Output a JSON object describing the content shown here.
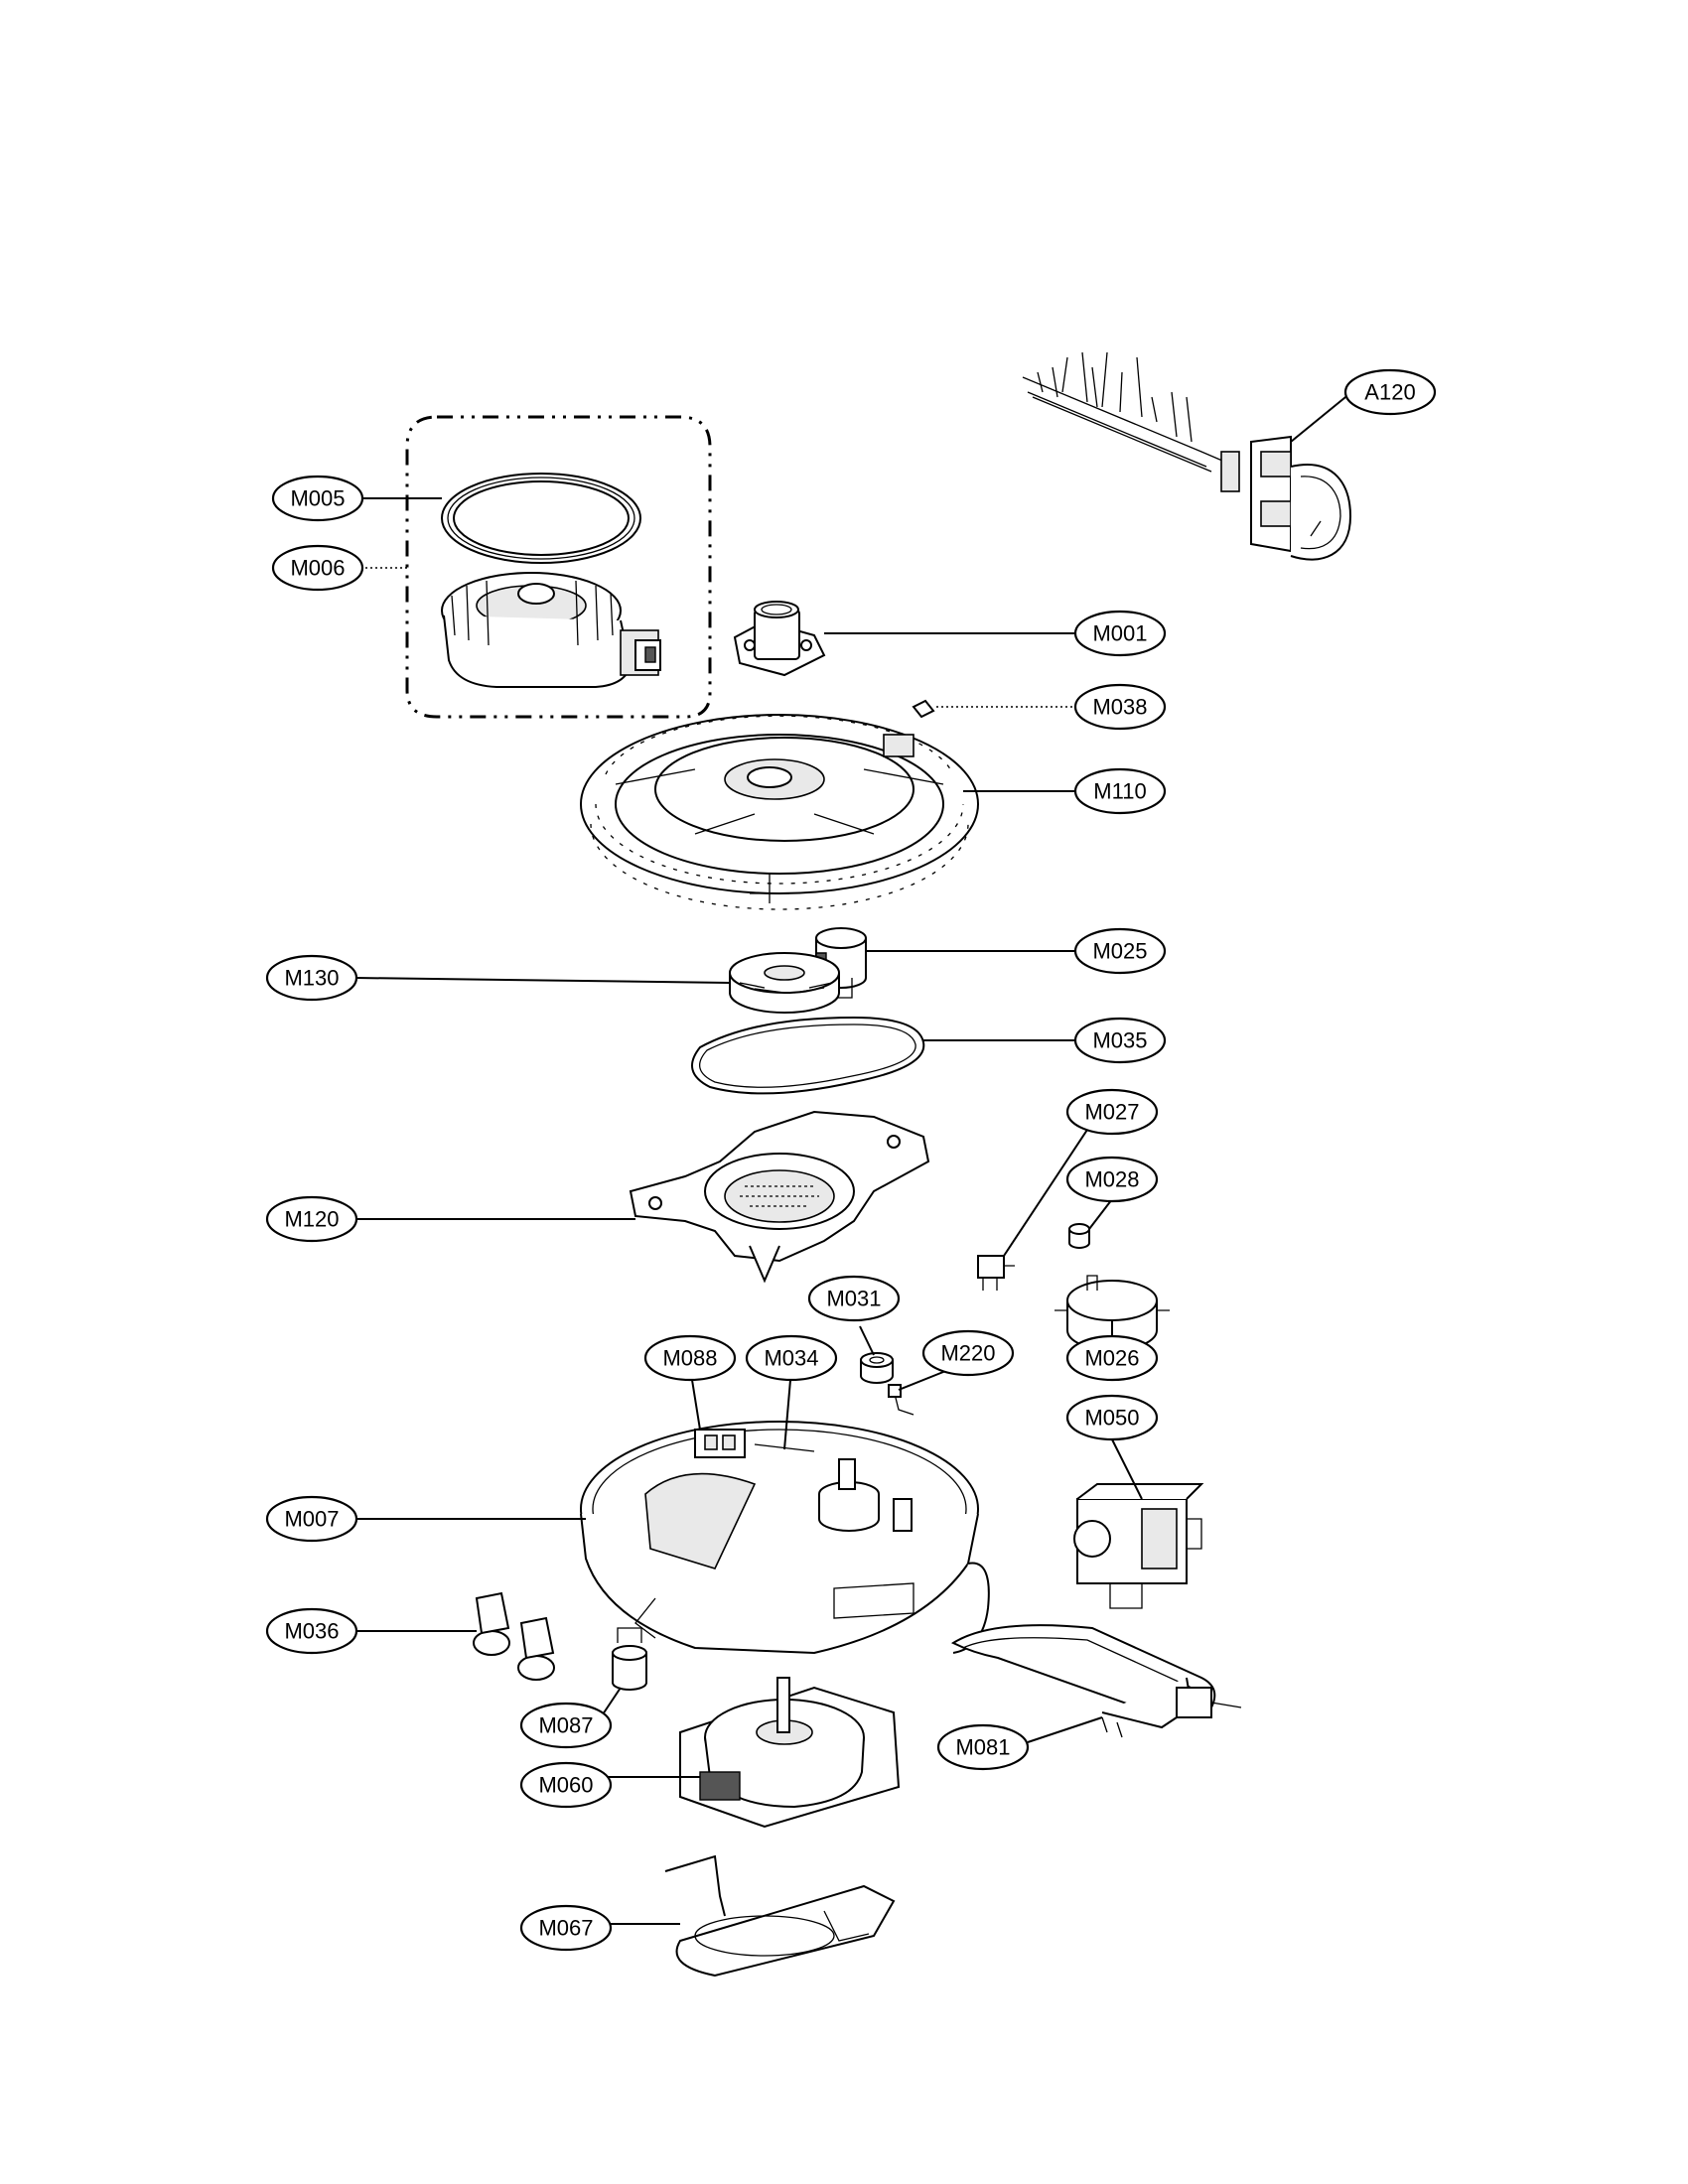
{
  "diagram": {
    "callouts": [
      {
        "id": "A120",
        "label": "A120"
      },
      {
        "id": "M005",
        "label": "M005"
      },
      {
        "id": "M006",
        "label": "M006"
      },
      {
        "id": "M001",
        "label": "M001"
      },
      {
        "id": "M038",
        "label": "M038"
      },
      {
        "id": "M110",
        "label": "M110"
      },
      {
        "id": "M025",
        "label": "M025"
      },
      {
        "id": "M130",
        "label": "M130"
      },
      {
        "id": "M035",
        "label": "M035"
      },
      {
        "id": "M027",
        "label": "M027"
      },
      {
        "id": "M028",
        "label": "M028"
      },
      {
        "id": "M120",
        "label": "M120"
      },
      {
        "id": "M031",
        "label": "M031"
      },
      {
        "id": "M026",
        "label": "M026"
      },
      {
        "id": "M088",
        "label": "M088"
      },
      {
        "id": "M034",
        "label": "M034"
      },
      {
        "id": "M220",
        "label": "M220"
      },
      {
        "id": "M050",
        "label": "M050"
      },
      {
        "id": "M007",
        "label": "M007"
      },
      {
        "id": "M036",
        "label": "M036"
      },
      {
        "id": "M087",
        "label": "M087"
      },
      {
        "id": "M081",
        "label": "M081"
      },
      {
        "id": "M060",
        "label": "M060"
      },
      {
        "id": "M067",
        "label": "M067"
      }
    ]
  }
}
